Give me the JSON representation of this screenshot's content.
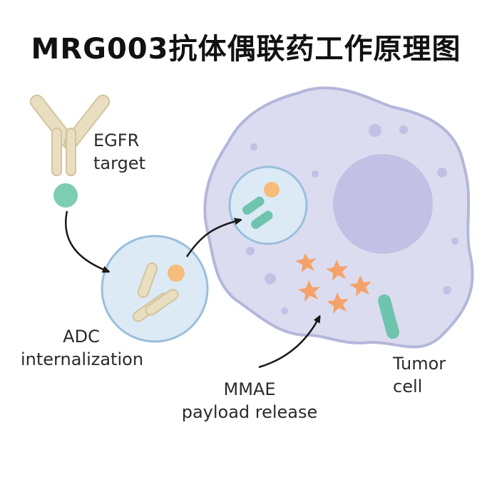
{
  "title": "MRG003抗体偶联药工作原理图",
  "labels": {
    "egfr": [
      "EGFR",
      "target"
    ],
    "adc": [
      "ADC",
      "internalization"
    ],
    "mmae": [
      "MMAE",
      "payload release"
    ],
    "tumor": [
      "Tumor",
      "cell"
    ]
  },
  "colors": {
    "cell_fill": "#dcdcf0",
    "cell_stroke": "#b4b6da",
    "nucleus": "#c2c0e4",
    "vesicle_fill": "#dceaf6",
    "vesicle_stroke": "#9bbfdc",
    "antibody": "#e9dfc0",
    "antibody_stroke": "#d3c49c",
    "target": "#7ccdb3",
    "payload": "#f6bd7a",
    "star": "#f4a26a",
    "receptor": "#6fc4ad",
    "arrow": "#1a1a1a"
  }
}
